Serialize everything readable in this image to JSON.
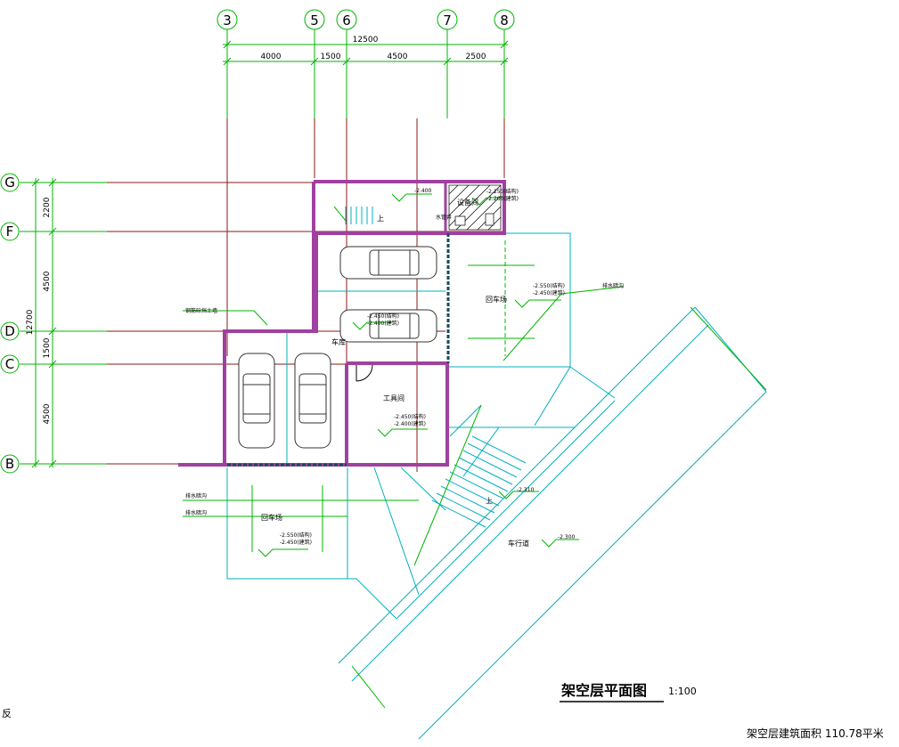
{
  "drawing": {
    "title": "架空层平面图",
    "scale": "1:100",
    "area_note": "架空层建筑面积  110.78平米",
    "edge_char": "反"
  },
  "axes": {
    "vertical": [
      "3",
      "5",
      "6",
      "7",
      "8"
    ],
    "horizontal": [
      "G",
      "F",
      "D",
      "C",
      "B"
    ]
  },
  "dimensions": {
    "top_total": "12500",
    "top_segments": [
      "4000",
      "1500",
      "4500",
      "2500"
    ],
    "left_total": "12700",
    "left_segments": [
      "2200",
      "4500",
      "1500",
      "4500"
    ]
  },
  "rooms": {
    "stair_level": "-2.400",
    "stair_up": "上",
    "equipment": "设备间",
    "equip_level_1": "-2.250(结构)",
    "equip_level_2": "-2.200(建筑)",
    "room_small": "水管井",
    "parking_right": "回车场",
    "parking_right_level_1": "-2.550(结构)",
    "parking_right_level_2": "-2.450(建筑)",
    "garage_level_1": "-2.450(结构)",
    "garage_level_2": "-2.400(建筑)",
    "garage": "车库",
    "tool_room": "工具间",
    "tool_level_1": "-2.450(结构)",
    "tool_level_2": "-2.400(建筑)",
    "ramp_up": "上",
    "ramp_level": "-2.310",
    "driveway": "车行道",
    "driveway_level": "-2.300",
    "parking_bottom": "回车场",
    "parking_bottom_level_1": "-2.550(结构)",
    "parking_bottom_level_2": "-2.450(建筑)"
  },
  "annotations": {
    "wall_note": "钢筋砼挡土墙",
    "drain_left_1": "排水暗沟",
    "drain_left_2": "排水暗沟",
    "drain_right": "排水暗沟"
  },
  "colors": {
    "axis_line": "#8b1a1a",
    "dimension": "#00b400",
    "wall": "#a040a0",
    "outline": "#00b0c0",
    "drain": "#1a4a5a",
    "car": "#333333"
  }
}
